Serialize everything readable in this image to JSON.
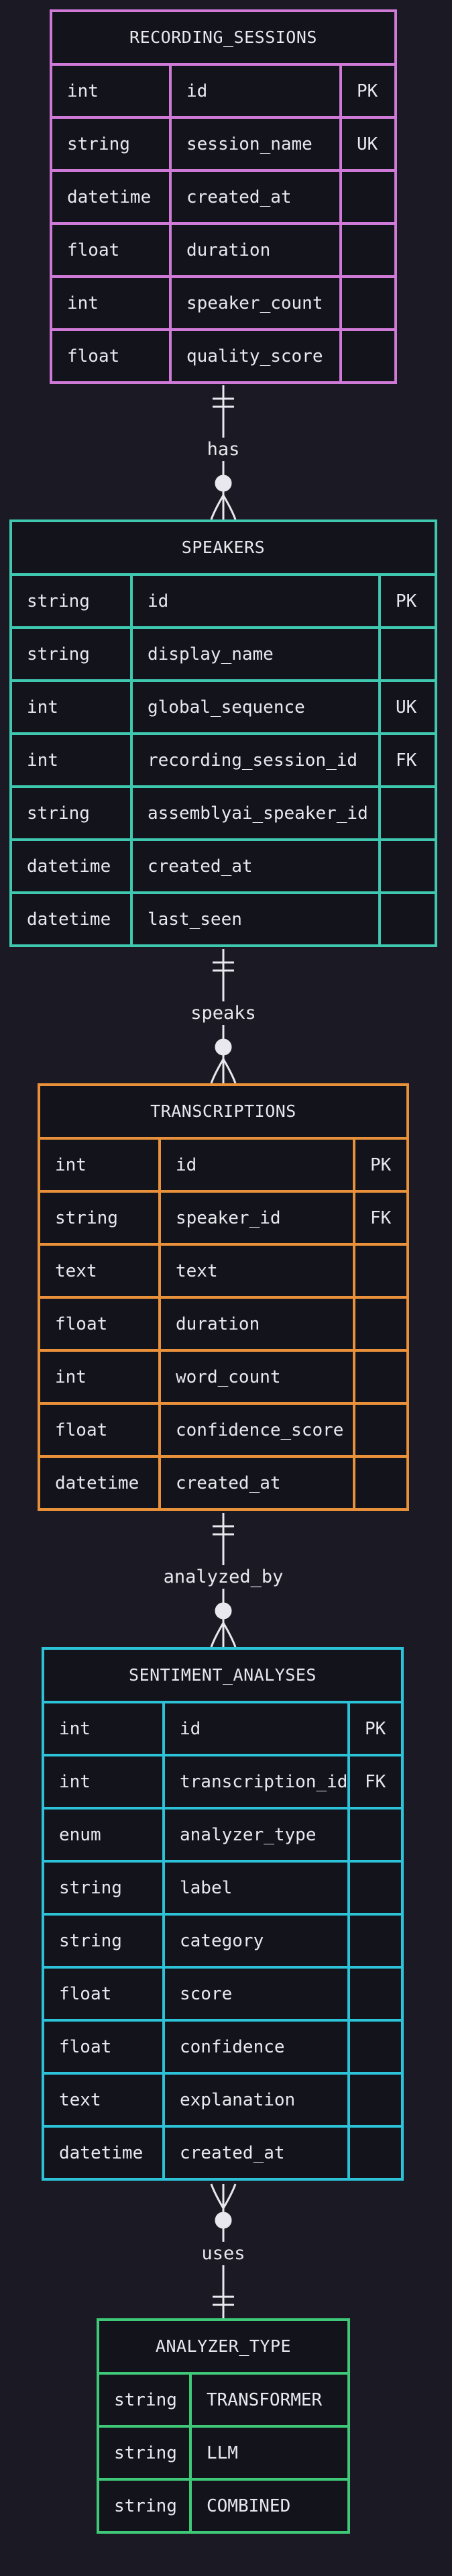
{
  "entities": {
    "recording_sessions": {
      "title": "RECORDING_SESSIONS",
      "color": "#d07ad8",
      "rows": [
        [
          "int",
          "id",
          "PK"
        ],
        [
          "string",
          "session_name",
          "UK"
        ],
        [
          "datetime",
          "created_at",
          ""
        ],
        [
          "float",
          "duration",
          ""
        ],
        [
          "int",
          "speaker_count",
          ""
        ],
        [
          "float",
          "quality_score",
          ""
        ]
      ]
    },
    "speakers": {
      "title": "SPEAKERS",
      "color": "#3fc8b0",
      "rows": [
        [
          "string",
          "id",
          "PK"
        ],
        [
          "string",
          "display_name",
          ""
        ],
        [
          "int",
          "global_sequence",
          "UK"
        ],
        [
          "int",
          "recording_session_id",
          "FK"
        ],
        [
          "string",
          "assemblyai_speaker_id",
          ""
        ],
        [
          "datetime",
          "created_at",
          ""
        ],
        [
          "datetime",
          "last_seen",
          ""
        ]
      ]
    },
    "transcriptions": {
      "title": "TRANSCRIPTIONS",
      "color": "#e8913a",
      "rows": [
        [
          "int",
          "id",
          "PK"
        ],
        [
          "string",
          "speaker_id",
          "FK"
        ],
        [
          "text",
          "text",
          ""
        ],
        [
          "float",
          "duration",
          ""
        ],
        [
          "int",
          "word_count",
          ""
        ],
        [
          "float",
          "confidence_score",
          ""
        ],
        [
          "datetime",
          "created_at",
          ""
        ]
      ]
    },
    "sentiment_analyses": {
      "title": "SENTIMENT_ANALYSES",
      "color": "#2cc3d8",
      "rows": [
        [
          "int",
          "id",
          "PK"
        ],
        [
          "int",
          "transcription_id",
          "FK"
        ],
        [
          "enum",
          "analyzer_type",
          ""
        ],
        [
          "string",
          "label",
          ""
        ],
        [
          "string",
          "category",
          ""
        ],
        [
          "float",
          "score",
          ""
        ],
        [
          "float",
          "confidence",
          ""
        ],
        [
          "text",
          "explanation",
          ""
        ],
        [
          "datetime",
          "created_at",
          ""
        ]
      ]
    },
    "analyzer_type": {
      "title": "ANALYZER_TYPE",
      "color": "#3ec878",
      "rows": [
        [
          "string",
          "TRANSFORMER"
        ],
        [
          "string",
          "LLM"
        ],
        [
          "string",
          "COMBINED"
        ]
      ]
    }
  },
  "relationships": [
    {
      "label": "has",
      "from": "recording_sessions",
      "to": "speakers",
      "from_card": "exactly-one",
      "to_card": "zero-or-many"
    },
    {
      "label": "speaks",
      "from": "speakers",
      "to": "transcriptions",
      "from_card": "exactly-one",
      "to_card": "zero-or-many"
    },
    {
      "label": "analyzed_by",
      "from": "transcriptions",
      "to": "sentiment_analyses",
      "from_card": "exactly-one",
      "to_card": "zero-or-many"
    },
    {
      "label": "uses",
      "from": "sentiment_analyses",
      "to": "analyzer_type",
      "from_card": "zero-or-many",
      "to_card": "exactly-one"
    }
  ]
}
